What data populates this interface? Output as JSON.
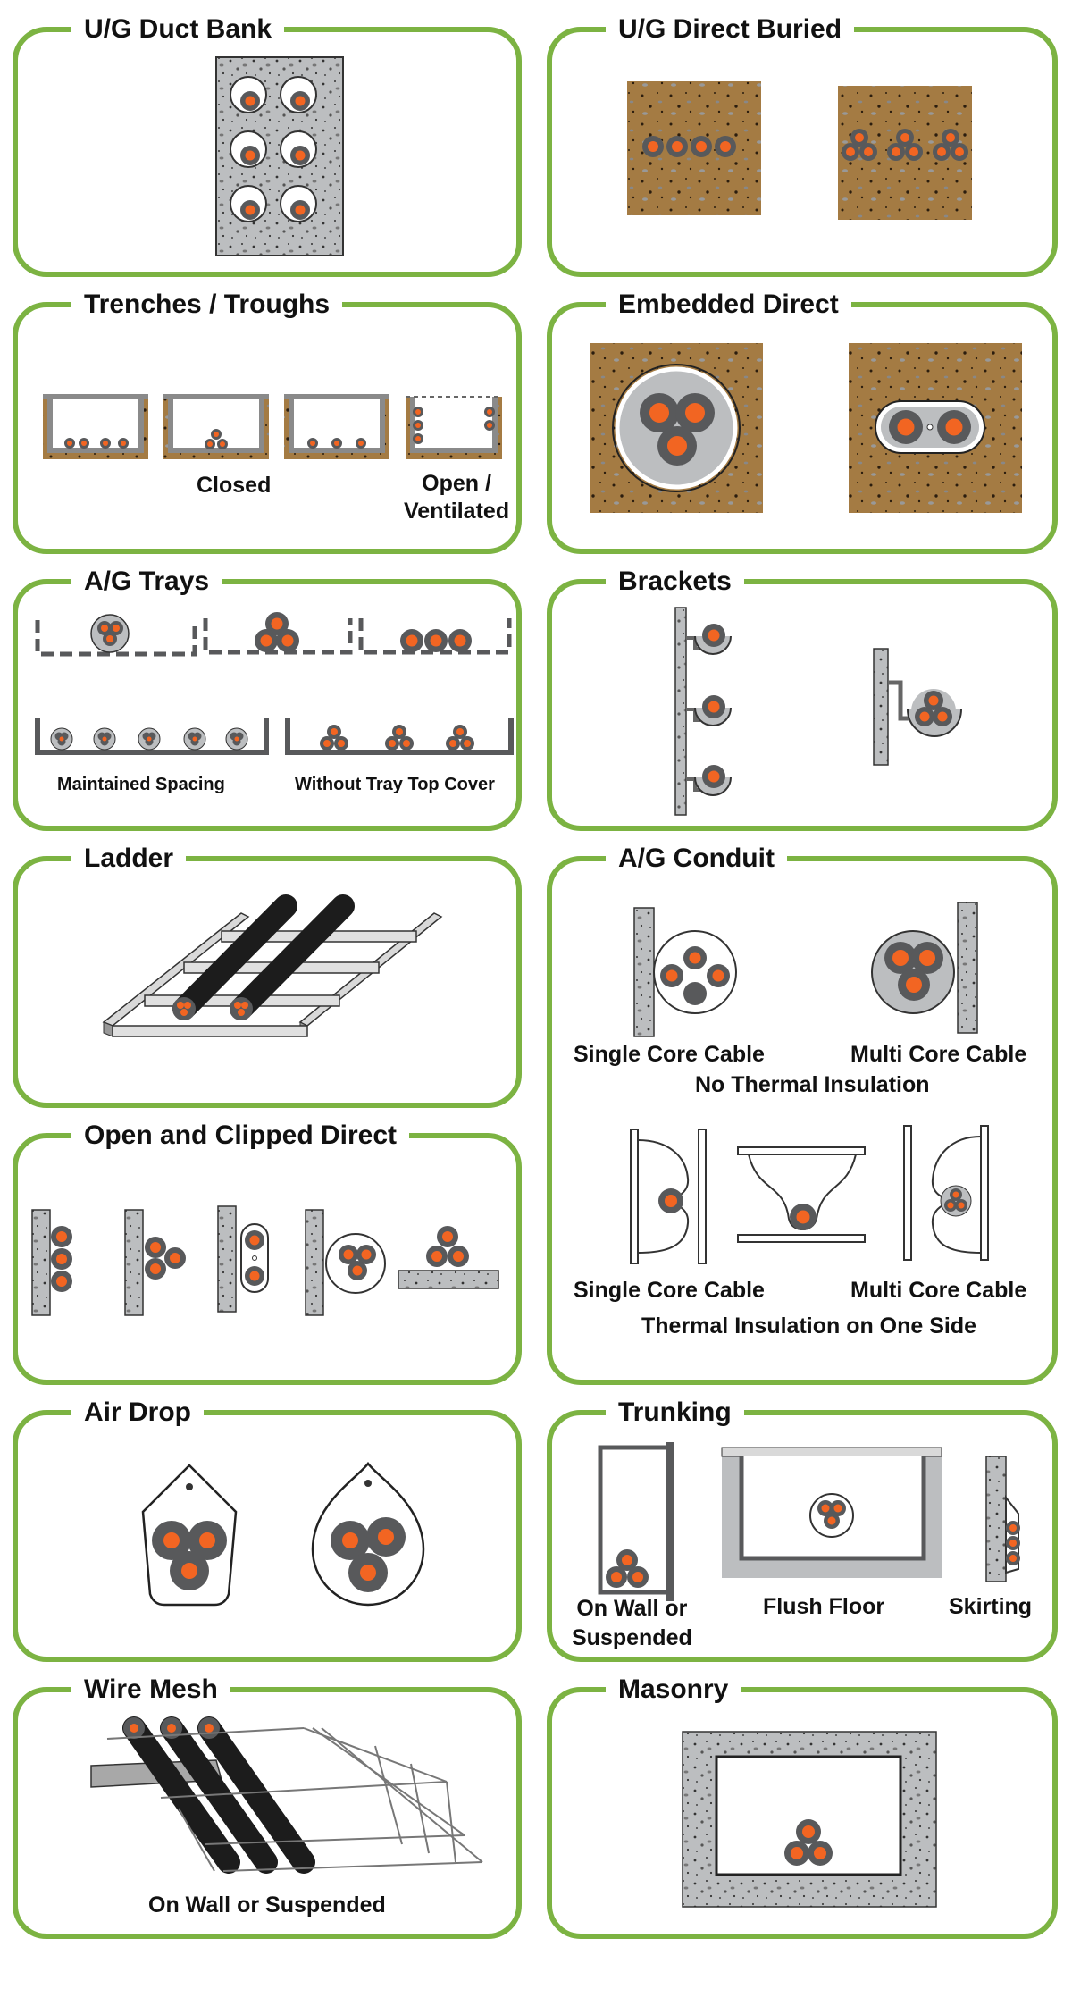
{
  "colors": {
    "accent_green": "#7cb342",
    "cable_core": "#f26522",
    "cable_jacket": "#58595b",
    "concrete": "#bcbec0",
    "soil": "#a47b43",
    "cable_black": "#1c1c1c"
  },
  "panels": {
    "ug_duct_bank": {
      "title": "U/G Duct Bank"
    },
    "ug_direct_buried": {
      "title": "U/G Direct Buried"
    },
    "trenches": {
      "title": "Trenches / Troughs",
      "caption_closed": "Closed",
      "caption_open": "Open /\nVentilated"
    },
    "embedded_direct": {
      "title": "Embedded Direct"
    },
    "ag_trays": {
      "title": "A/G Trays",
      "caption_spacing": "Maintained Spacing",
      "caption_no_cover": "Without Tray Top Cover"
    },
    "brackets": {
      "title": "Brackets"
    },
    "ladder": {
      "title": "Ladder"
    },
    "ag_conduit": {
      "title": "A/G Conduit",
      "caption_single_1": "Single Core Cable",
      "caption_multi_1": "Multi Core Cable",
      "caption_no_insulation": "No Thermal Insulation",
      "caption_single_2": "Single Core Cable",
      "caption_multi_2": "Multi Core Cable",
      "caption_one_side": "Thermal Insulation on One Side"
    },
    "open_clipped": {
      "title": "Open and Clipped Direct"
    },
    "air_drop": {
      "title": "Air Drop"
    },
    "trunking": {
      "title": "Trunking",
      "caption_wall": "On Wall or\nSuspended",
      "caption_floor": "Flush Floor",
      "caption_skirting": "Skirting"
    },
    "wire_mesh": {
      "title": "Wire Mesh",
      "caption": "On Wall or Suspended"
    },
    "masonry": {
      "title": "Masonry"
    }
  }
}
